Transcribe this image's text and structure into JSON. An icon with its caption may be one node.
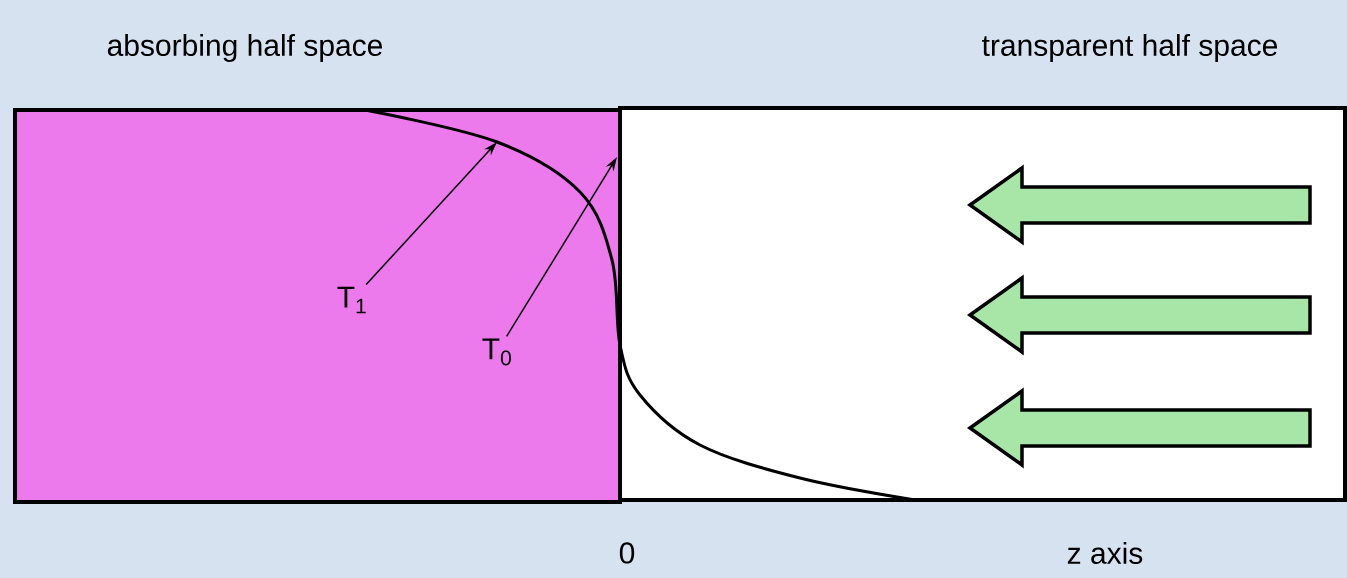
{
  "diagram": {
    "nodes": [
      {
        "text": [
          "absorbing half space"
        ]
      },
      {
        "text": [
          "transparent half space"
        ]
      },
      {
        "text": [
          "T$_{1}$"
        ],
        "in": 0
      },
      {
        "text": [
          "T$_{0}$"
        ],
        "in": 0
      }
    ],
    "edges": [
      {
        "from": 2,
        "to": null,
        "arrow": "to"
      },
      {
        "from": 3,
        "to": null,
        "arrow": "to"
      }
    ],
    "labels": [
      "0",
      "z axis"
    ]
  }
}
